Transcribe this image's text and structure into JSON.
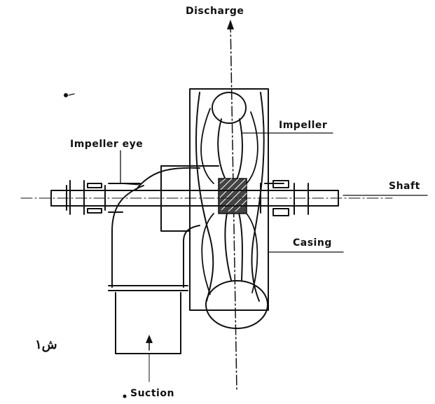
{
  "labels": {
    "discharge": "Discharge",
    "impeller": "Impeller",
    "impeller_eye": "Impeller eye",
    "shaft": "Shaft",
    "casing": "Casing",
    "suction": "Suction",
    "figure_mark": "ش۱"
  },
  "colors": {
    "ink": "#111111",
    "background": "#ffffff",
    "hatch": "#444444"
  }
}
